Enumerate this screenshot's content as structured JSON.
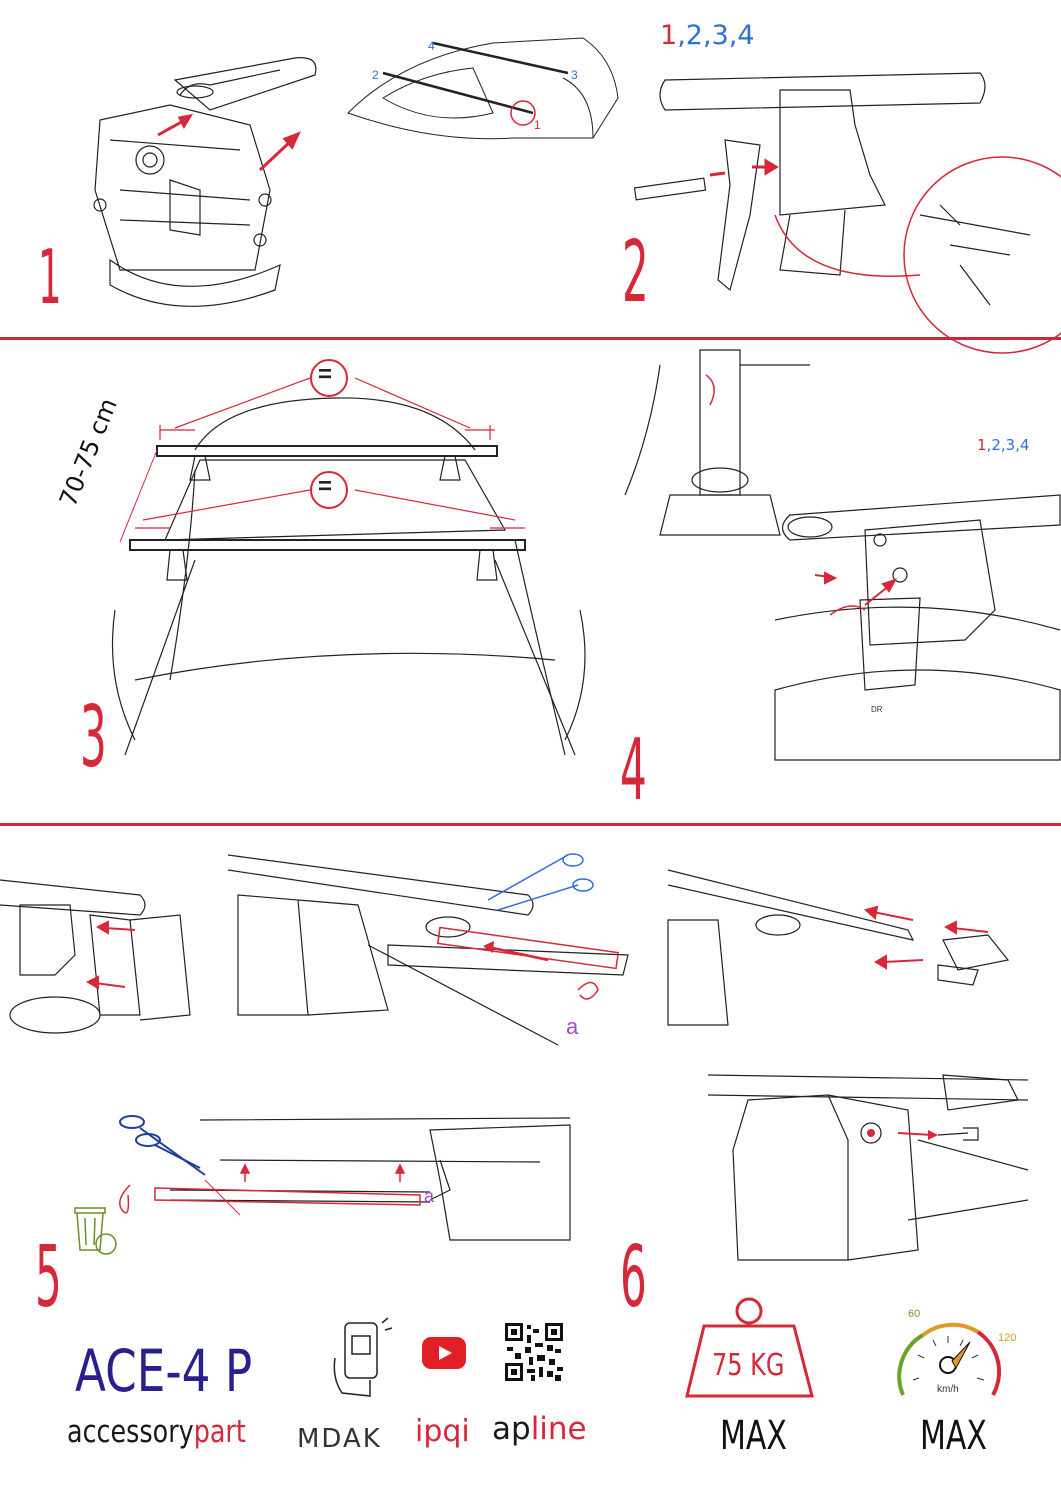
{
  "steps": {
    "s1": "1",
    "s2": "2",
    "s3": "3",
    "s4": "4",
    "s5": "5",
    "s6": "6"
  },
  "sequence": {
    "top": [
      "1",
      ",",
      "2",
      ",",
      "3",
      ",",
      "4"
    ],
    "mid": [
      "1",
      ",",
      "2",
      ",",
      "3",
      ",",
      "4"
    ]
  },
  "car_foot_labels": [
    "4",
    "2",
    "3",
    "1"
  ],
  "step3": {
    "distance": "70-75 cm",
    "equal_sign": "="
  },
  "step4": {
    "marker": "DR"
  },
  "step_a_label": "a",
  "model": "ACE-4 P",
  "brands": {
    "accessory": "accessory",
    "part": "part",
    "mdak": "MDAK",
    "ipqi": "ipqi",
    "ap": "ap",
    "line": "line"
  },
  "icons": [
    "phone-qr-icon",
    "youtube-icon",
    "qr-code-icon",
    "trash-recycle-icon",
    "scissors-icon",
    "weight-icon",
    "speedometer-icon"
  ],
  "load": {
    "weight": "75 KG",
    "max1": "MAX"
  },
  "speed": {
    "tick_low": "60",
    "tick_high": "120",
    "unit": "km/h",
    "max2": "MAX"
  },
  "colors": {
    "accent": "#d62839",
    "blue": "#2f6fd8",
    "model": "#2a1f8c",
    "purple": "#a24ad0"
  }
}
